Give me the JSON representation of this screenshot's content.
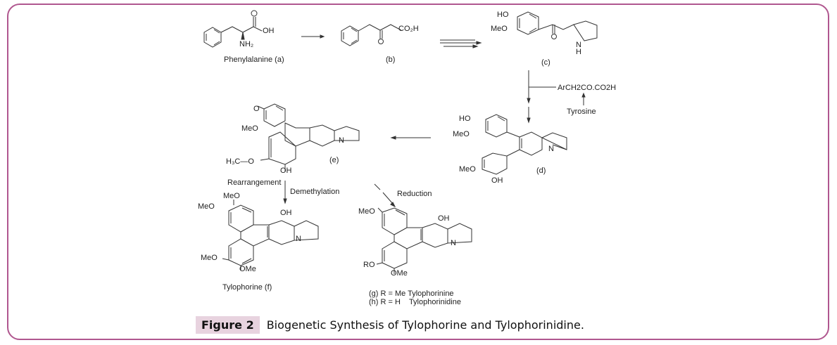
{
  "figure": {
    "label": "Figure 2",
    "caption": "Biogenetic Synthesis of Tylophorine and Tylophorinidine.",
    "border_color": "#b0578f",
    "label_bg": "#e8d3df"
  },
  "compounds": {
    "a": {
      "name": "Phenylalanine (a)",
      "groups": [
        "OH",
        "NH₂"
      ]
    },
    "b": {
      "name": "(b)",
      "groups": [
        "CO₂H"
      ]
    },
    "c": {
      "name": "(c)",
      "groups": [
        "HO",
        "MeO",
        "N",
        "H"
      ]
    },
    "d": {
      "name": "(d)",
      "groups": [
        "HO",
        "MeO",
        "MeO",
        "OH",
        "N"
      ]
    },
    "e": {
      "name": "(e)",
      "groups": [
        "O",
        "MeO",
        "H₃C—O",
        "OH",
        "N"
      ]
    },
    "f": {
      "name": "Tylophorine (f)",
      "groups": [
        "MeO",
        "MeO",
        "OH",
        "N",
        "MeO",
        "OMe"
      ]
    },
    "gh": {
      "groups": [
        "MeO",
        "OH",
        "N",
        "RO",
        "OMe"
      ],
      "legend_g": "(g) R = Me Tylophorinine",
      "legend_h": "(h) R = H    Tylophorinidine"
    }
  },
  "reagents": {
    "arch2": "ArCH2CO.CO2H",
    "tyrosine": "Tyrosine",
    "rearrangement": "Rearrangement",
    "demethylation": "Demethylation",
    "reduction": "Reduction"
  }
}
